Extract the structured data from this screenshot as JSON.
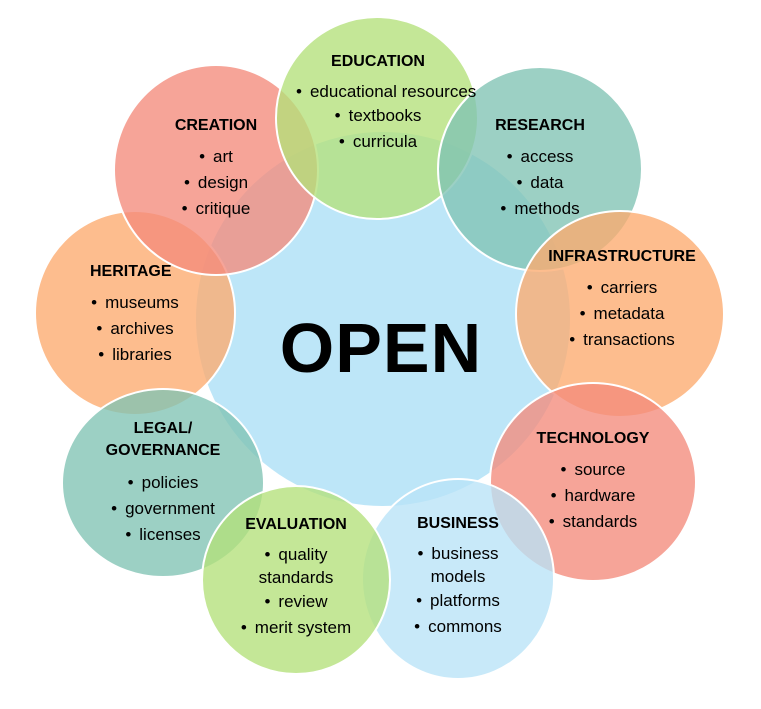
{
  "center": {
    "label": "OPEN",
    "color": "#a7ddf5"
  },
  "colors": {
    "green": "#b3e07a",
    "teal": "#80c3b4",
    "orange": "#fdab6e",
    "salmon": "#f48b7b",
    "light_blue": "#b9e3f7"
  },
  "petals": [
    {
      "key": "education",
      "title": "EDUCATION",
      "color": "green",
      "items": [
        "educational resources",
        "textbooks",
        "curricula"
      ]
    },
    {
      "key": "research",
      "title": "RESEARCH",
      "color": "teal",
      "items": [
        "access",
        "data",
        "methods"
      ]
    },
    {
      "key": "infrastructure",
      "title": "INFRASTRUCTURE",
      "color": "orange",
      "items": [
        "carriers",
        "metadata",
        "transactions"
      ]
    },
    {
      "key": "technology",
      "title": "TECHNOLOGY",
      "color": "salmon",
      "items": [
        "source",
        "hardware",
        "standards"
      ]
    },
    {
      "key": "business",
      "title": "BUSINESS",
      "color": "light_blue",
      "items": [
        "business models",
        "platforms",
        "commons"
      ]
    },
    {
      "key": "evaluation",
      "title": "EVALUATION",
      "color": "green",
      "items": [
        "quality standards",
        "review",
        "merit system"
      ]
    },
    {
      "key": "legal",
      "title": "LEGAL/ GOVERNANCE",
      "color": "teal",
      "items": [
        "policies",
        "government",
        "licenses"
      ]
    },
    {
      "key": "heritage",
      "title": "HERITAGE",
      "color": "orange",
      "items": [
        "museums",
        "archives",
        "libraries"
      ]
    },
    {
      "key": "creation",
      "title": "CREATION",
      "color": "salmon",
      "items": [
        "art",
        "design",
        "critique"
      ]
    }
  ]
}
